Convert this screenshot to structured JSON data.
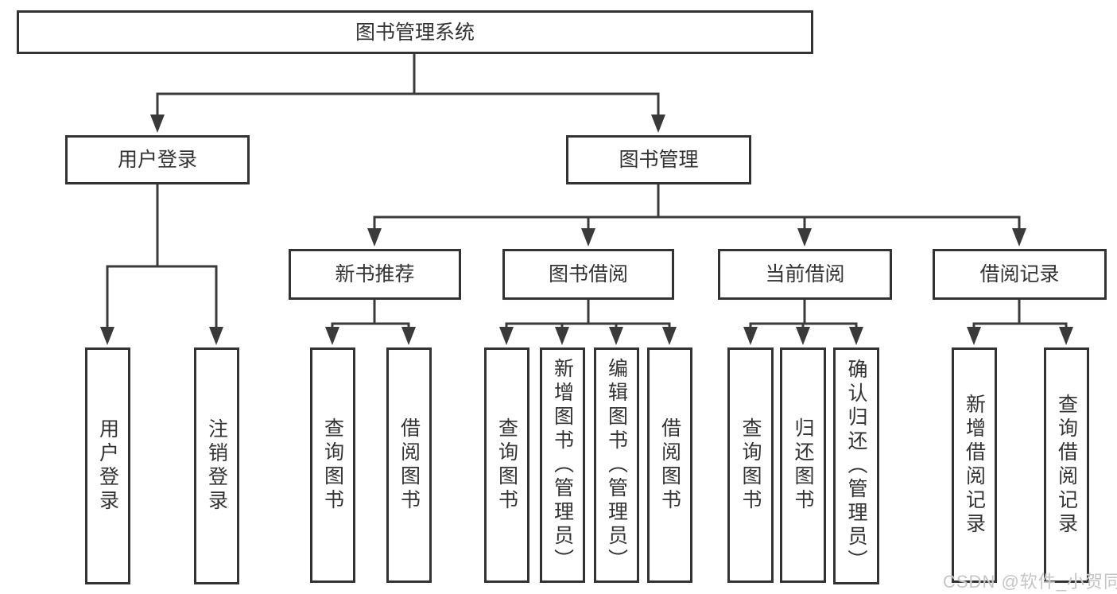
{
  "diagram": {
    "nodes": [
      {
        "id": "library-management-system",
        "label": "图书管理系统"
      },
      {
        "id": "user-login",
        "label": "用户登录"
      },
      {
        "id": "book-management",
        "label": "图书管理"
      },
      {
        "id": "leaf-user-login",
        "label": "用户登录"
      },
      {
        "id": "leaf-logout",
        "label": "注销登录"
      },
      {
        "id": "new-book-recommend",
        "label": "新书推荐"
      },
      {
        "id": "book-borrowing",
        "label": "图书借阅"
      },
      {
        "id": "current-borrowing",
        "label": "当前借阅"
      },
      {
        "id": "borrowing-records",
        "label": "借阅记录"
      },
      {
        "id": "leaf-query-books-1",
        "label": "查询图书"
      },
      {
        "id": "leaf-borrow-books-1",
        "label": "借阅图书"
      },
      {
        "id": "leaf-query-books-2",
        "label": "查询图书"
      },
      {
        "id": "leaf-add-books-admin",
        "label": "新增图书（管理员）"
      },
      {
        "id": "leaf-edit-books-admin",
        "label": "编辑图书（管理员）"
      },
      {
        "id": "leaf-borrow-books-2",
        "label": "借阅图书"
      },
      {
        "id": "leaf-query-books-3",
        "label": "查询图书"
      },
      {
        "id": "leaf-return-books",
        "label": "归还图书"
      },
      {
        "id": "leaf-confirm-return-admin",
        "label": "确认归还（管理员）"
      },
      {
        "id": "leaf-add-borrow-record",
        "label": "新增借阅记录"
      },
      {
        "id": "leaf-query-borrow-record",
        "label": "查询借阅记录"
      }
    ]
  },
  "watermark": {
    "text": "CSDN @软件_小贺同学"
  },
  "colors": {
    "line": "#3a3a3a",
    "border": "#333333",
    "text": "#333333",
    "watermark": "#c5c5c5",
    "background": "#ffffff"
  }
}
